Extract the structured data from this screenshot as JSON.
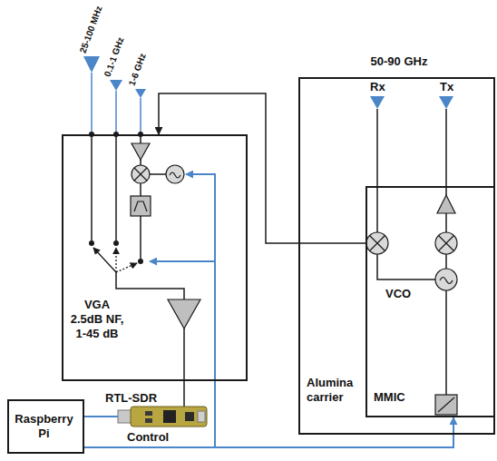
{
  "diagram": {
    "nodes": [
      {
        "text": [
          "VGA 2.5dB NF, 1-45 dB"
        ]
      },
      {
        "text": [
          "50-90 GHz",
          "Alumina carrier"
        ]
      },
      {
        "text": [
          "MMIC"
        ],
        "in": 1
      },
      {
        "text": [
          "Raspberry Pi"
        ]
      }
    ],
    "edges": [
      {
        "from": 2,
        "to": 0,
        "arrow": "to"
      },
      {
        "from": 3,
        "to": 0,
        "arrow": "to"
      },
      {
        "from": 3,
        "to": 2,
        "arrow": "to"
      }
    ],
    "labels": [
      "25-100 MHz",
      "0.1-1 GHz",
      "1-6 GHz",
      "Rx",
      "Tx",
      "VCO",
      "RTL-SDR",
      "Control"
    ]
  }
}
